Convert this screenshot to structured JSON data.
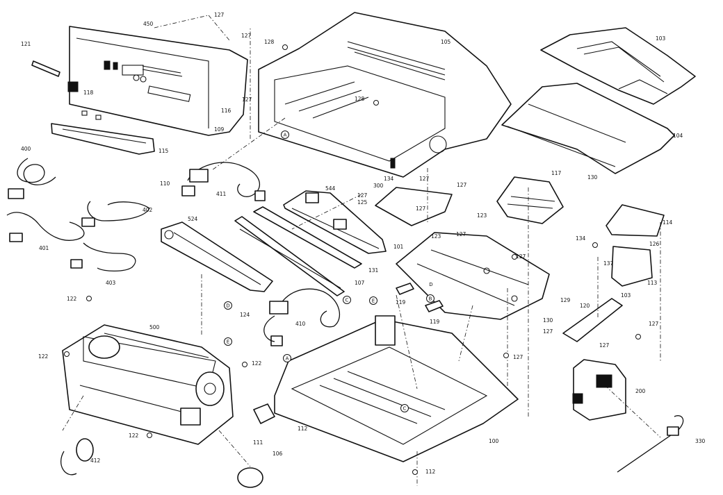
{
  "callouts": [
    {
      "id": "c450",
      "label": "450"
    },
    {
      "id": "c127a",
      "label": "127"
    },
    {
      "id": "c121",
      "label": "121"
    },
    {
      "id": "c127b",
      "label": "127"
    },
    {
      "id": "c118",
      "label": "118"
    },
    {
      "id": "c116",
      "label": "116"
    },
    {
      "id": "c127c",
      "label": "127"
    },
    {
      "id": "c109",
      "label": "109"
    },
    {
      "id": "c115",
      "label": "115"
    },
    {
      "id": "c128a",
      "label": "128"
    },
    {
      "id": "c105",
      "label": "105"
    },
    {
      "id": "c128b",
      "label": "128"
    },
    {
      "id": "c103top",
      "label": "103"
    },
    {
      "id": "c104",
      "label": "104"
    },
    {
      "id": "c400",
      "label": "400"
    },
    {
      "id": "c110",
      "label": "110"
    },
    {
      "id": "c411",
      "label": "411"
    },
    {
      "id": "c544",
      "label": "544"
    },
    {
      "id": "c134a",
      "label": "134"
    },
    {
      "id": "c300",
      "label": "300"
    },
    {
      "id": "c127d",
      "label": "127"
    },
    {
      "id": "c127e",
      "label": "127"
    },
    {
      "id": "c125",
      "label": "125"
    },
    {
      "id": "c127f",
      "label": "127"
    },
    {
      "id": "c127g",
      "label": "127"
    },
    {
      "id": "c117",
      "label": "117"
    },
    {
      "id": "c130a",
      "label": "130"
    },
    {
      "id": "c402",
      "label": "402"
    },
    {
      "id": "c401",
      "label": "401"
    },
    {
      "id": "c403",
      "label": "403"
    },
    {
      "id": "c524",
      "label": "524"
    },
    {
      "id": "c114",
      "label": "114"
    },
    {
      "id": "c123a",
      "label": "123"
    },
    {
      "id": "c123b",
      "label": "123"
    },
    {
      "id": "c127h",
      "label": "127"
    },
    {
      "id": "c101",
      "label": "101"
    },
    {
      "id": "c131",
      "label": "131"
    },
    {
      "id": "c127i",
      "label": "127"
    },
    {
      "id": "c134b",
      "label": "134"
    },
    {
      "id": "c126",
      "label": "126"
    },
    {
      "id": "c137",
      "label": "137"
    },
    {
      "id": "c113",
      "label": "113"
    },
    {
      "id": "c107",
      "label": "107"
    },
    {
      "id": "c119a",
      "label": "119"
    },
    {
      "id": "c119b",
      "label": "119"
    },
    {
      "id": "c103",
      "label": "103"
    },
    {
      "id": "c122a",
      "label": "122"
    },
    {
      "id": "c124",
      "label": "124"
    },
    {
      "id": "c129",
      "label": "129"
    },
    {
      "id": "c120",
      "label": "120"
    },
    {
      "id": "c130b",
      "label": "130"
    },
    {
      "id": "c127j",
      "label": "127"
    },
    {
      "id": "c410",
      "label": "410"
    },
    {
      "id": "c500",
      "label": "500"
    },
    {
      "id": "c127k",
      "label": "127"
    },
    {
      "id": "c127l",
      "label": "127"
    },
    {
      "id": "c127m",
      "label": "127"
    },
    {
      "id": "c122b",
      "label": "122"
    },
    {
      "id": "c122c",
      "label": "122"
    },
    {
      "id": "c200",
      "label": "200"
    },
    {
      "id": "c111",
      "label": "111"
    },
    {
      "id": "c112a",
      "label": "112"
    },
    {
      "id": "c100",
      "label": "100"
    },
    {
      "id": "c122d",
      "label": "122"
    },
    {
      "id": "c106",
      "label": "106"
    },
    {
      "id": "c412",
      "label": "412"
    },
    {
      "id": "c112b",
      "label": "112"
    },
    {
      "id": "c330",
      "label": "330"
    }
  ],
  "reference_markers": [
    {
      "id": "rA1",
      "letter": "A"
    },
    {
      "id": "rA2",
      "letter": "A"
    },
    {
      "id": "rB1",
      "letter": "B"
    },
    {
      "id": "rC1",
      "letter": "C"
    },
    {
      "id": "rC2",
      "letter": "C"
    },
    {
      "id": "rD1",
      "letter": "D"
    },
    {
      "id": "rD2",
      "letter": "D"
    },
    {
      "id": "rE1",
      "letter": "E"
    },
    {
      "id": "rE2",
      "letter": "E"
    }
  ]
}
